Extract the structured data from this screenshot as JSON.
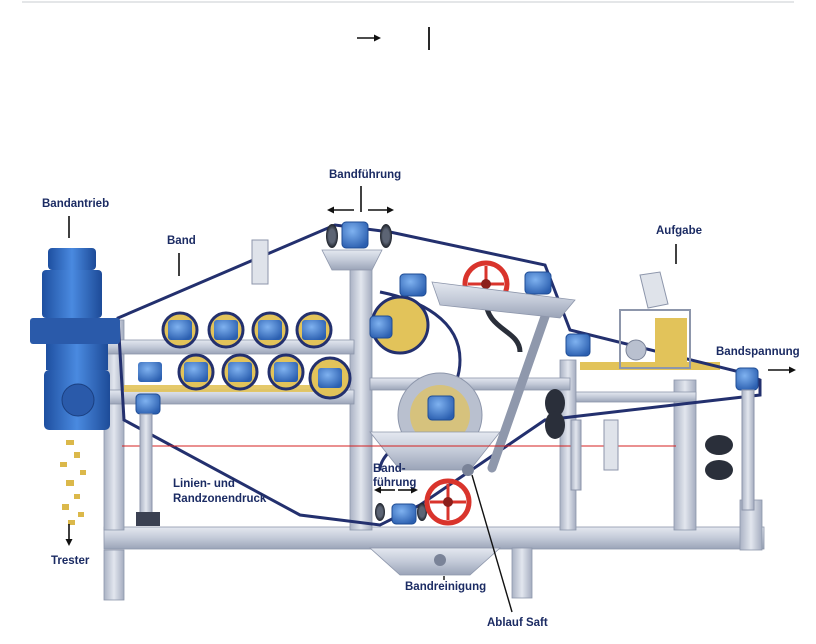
{
  "labels": {
    "bandfuehrung_top": "Bandführung",
    "bandantrieb": "Bandantrieb",
    "band": "Band",
    "aufgabe": "Aufgabe",
    "bandspannung": "Bandspannung",
    "linien_line1": "Linien- und",
    "linien_line2": "Randzonendruck",
    "bandfuehrung_low_line1": "Band-",
    "bandfuehrung_low_line2": "führung",
    "trester": "Trester",
    "bandreinigung": "Bandreinigung",
    "ablauf_saft": "Ablauf Saft"
  },
  "colors": {
    "frame": "#c3cad8",
    "frame_edge": "#8d96ab",
    "belt": "#23306e",
    "roller_block": "#3f7fd0",
    "bearing": "#3a73c2",
    "wheel": "#d9342c",
    "motor": "#2f6fc8",
    "fruit": "#e2c35a",
    "label": "#1b2b63",
    "red_line": "#d42020"
  },
  "icons": [
    "arrow-right-icon",
    "arrow-left-icon",
    "arrow-down-icon",
    "leader-line"
  ]
}
